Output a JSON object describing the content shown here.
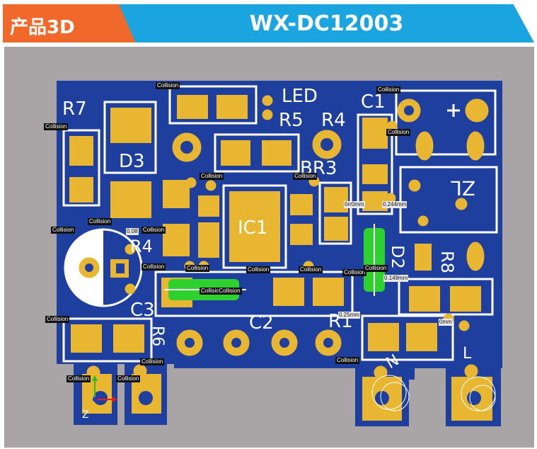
{
  "header": {
    "tag_label": "产品3D",
    "model_title": "WX-DC12003"
  },
  "silkscreen": {
    "r7": "R7",
    "led": "LED",
    "c1": "C1",
    "plus": "+",
    "r5": "R5",
    "r4_top": "R4",
    "d3": "D3",
    "r3": "BR3",
    "zl": "ZL",
    "ic1": "IC1",
    "r4_left": "R4",
    "d2": "D2",
    "r8": "R8",
    "c3": "C3",
    "c2": "C2",
    "r1": "R1",
    "r6": "R6",
    "n": "N",
    "l": "L"
  },
  "collision_label": "Collision",
  "collision_pair_label": "CollisicCollision",
  "dimensions": {
    "d1": "0rr0mm",
    "d2": "0.244mm",
    "d3": "0.08",
    "d4": "0.149mm",
    "d5": "0.25mm",
    "d6": "0mm"
  },
  "axis": {
    "z": "Z"
  },
  "colors": {
    "board": "#1e3f9e",
    "pad": "#e8b631",
    "silk": "#ffffff",
    "highlight": "#2ed12e",
    "tag": "#f0682a",
    "title_bar": "#1aa5e0",
    "background": "#a9a5a7"
  }
}
